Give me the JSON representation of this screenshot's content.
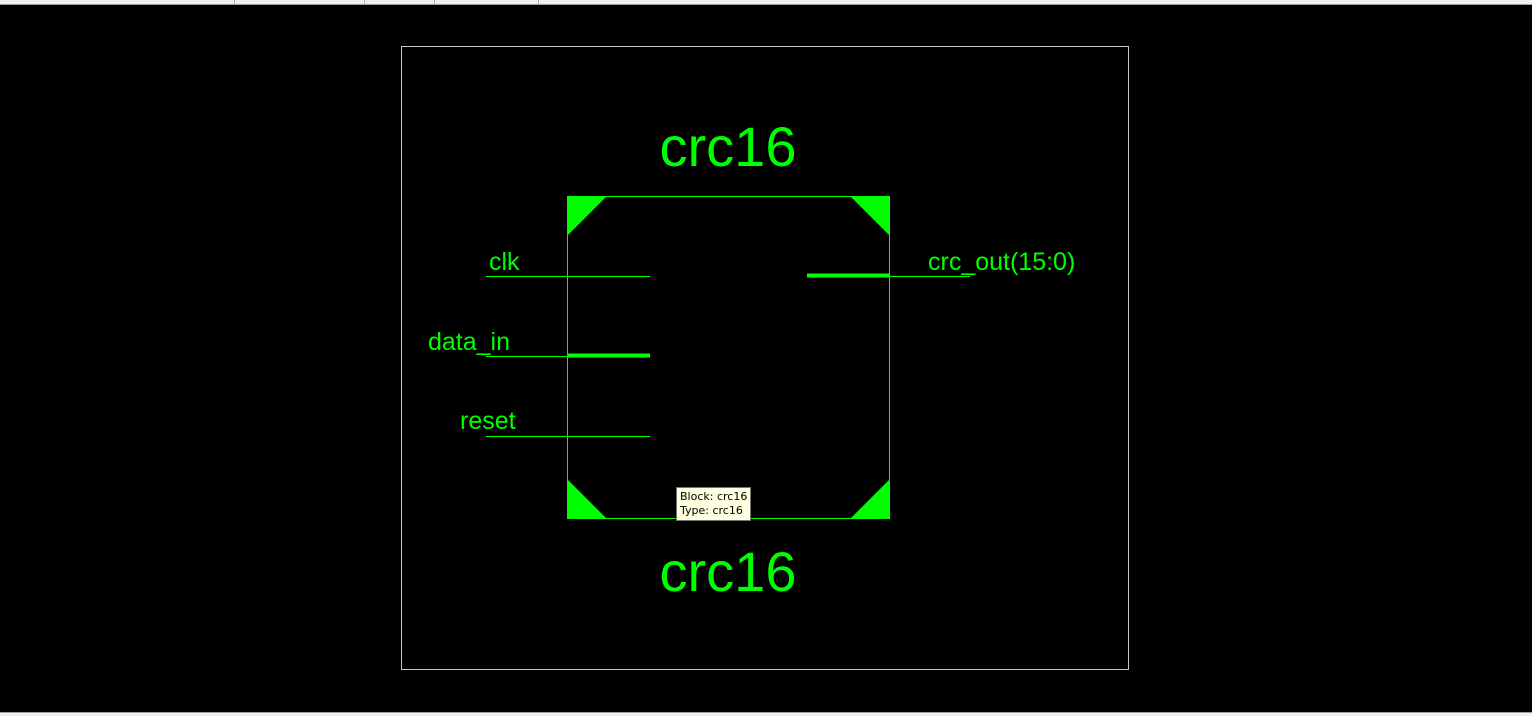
{
  "schematic": {
    "block_name_top": "crc16",
    "block_name_bottom": "crc16",
    "ports": {
      "clk": "clk",
      "data_in": "data_in",
      "reset": "reset",
      "crc_out": "crc_out(15:0)"
    },
    "colors": {
      "wire": "#00ff00",
      "frame": "#c8c8c8",
      "background": "#000000"
    }
  },
  "tooltip": {
    "block_line": "Block: crc16",
    "type_line": "Type: crc16"
  }
}
